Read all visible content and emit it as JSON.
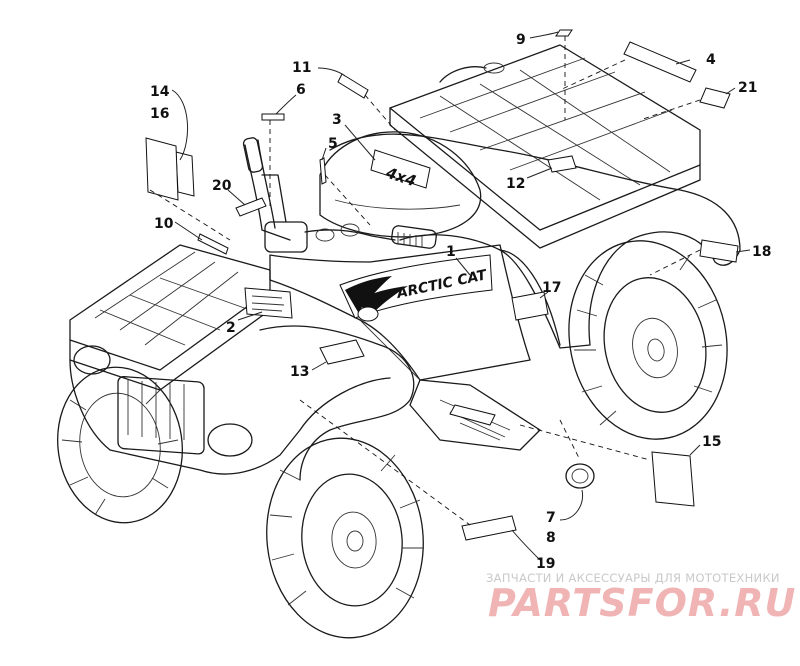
{
  "diagram": {
    "callouts": {
      "c1": "1",
      "c2": "2",
      "c3": "3",
      "c4": "4",
      "c5": "5",
      "c6": "6",
      "c7": "7",
      "c8": "8",
      "c9": "9",
      "c10": "10",
      "c11": "11",
      "c12": "12",
      "c13": "13",
      "c14": "14",
      "c15": "15",
      "c16": "16",
      "c17": "17",
      "c18": "18",
      "c19": "19",
      "c20": "20",
      "c21": "21"
    },
    "decal_text": {
      "brand": "ARCTIC CAT",
      "model": "4x4"
    }
  },
  "watermark": {
    "tagline": "ЗАПЧАСТИ И АКСЕССУАРЫ ДЛЯ МОТОТЕХНИКИ",
    "logo": "PARTSFOR.RU",
    "logo_color": "#e88a8a"
  }
}
